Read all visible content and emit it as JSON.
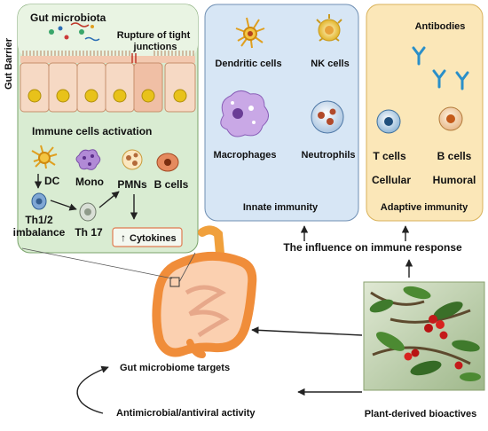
{
  "colors": {
    "gut_panel_bg": "#d9ecd2",
    "gut_panel_border": "#7aa36b",
    "innate_bg": "#d7e6f5",
    "innate_border": "#6f8fb3",
    "adaptive_bg": "#fbe7b8",
    "adaptive_border": "#d9b25a",
    "epithelial_cell": "#f6d9c4",
    "nucleus": "#e8c21a",
    "intestine": "#f3a45c",
    "arrow": "#222222"
  },
  "gut_panel": {
    "side_label": "Gut Barrier",
    "microbiota_label": "Gut microbiota",
    "rupture_label_line1": "Rupture of tight",
    "rupture_label_line2": "junctions",
    "activation_title": "Immune cells activation",
    "dc_label": "DC",
    "mono_label": "Mono",
    "pmn_label": "PMNs",
    "bcell_label": "B cells",
    "th_label_line1": "Th1/2",
    "th_label_line2": "imbalance",
    "th17_label": "Th 17",
    "cytokine_arrow": "↑",
    "cytokine_label": "Cytokines"
  },
  "innate": {
    "dendritic_label": "Dendritic cells",
    "nk_label": "NK cells",
    "macrophage_label": "Macrophages",
    "neutrophil_label": "Neutrophils",
    "title": "Innate immunity"
  },
  "adaptive": {
    "antibodies_label": "Antibodies",
    "tcell_label": "T cells",
    "bcell_label": "B cells",
    "cellular_label": "Cellular",
    "humoral_label": "Humoral",
    "title": "Adaptive immunity"
  },
  "bottom": {
    "influence_label": "The influence on immune response",
    "microbiome_label": "Gut microbiome targets",
    "antimicrobial_label": "Antimicrobial/antiviral activity",
    "bioactives_label": "Plant-derived bioactives"
  }
}
